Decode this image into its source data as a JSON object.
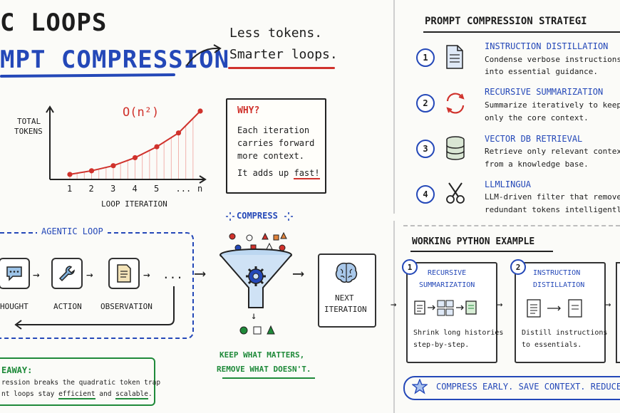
{
  "header": {
    "title_line1": "C LOOPS",
    "title_line2": "MPT COMPRESSION",
    "tagline_1": "Less tokens.",
    "tagline_2": "Smarter loops."
  },
  "chart": {
    "ylabel_line1": "TOTAL",
    "ylabel_line2": "TOKENS",
    "xlabel": "LOOP ITERATION",
    "complexity_label": "O(n²)",
    "colors": {
      "curve": "#d0322c",
      "axis": "#222222"
    }
  },
  "chart_data": {
    "type": "line",
    "x": [
      "1",
      "2",
      "3",
      "4",
      "5",
      "...",
      "n"
    ],
    "values": [
      0.3,
      0.8,
      1.5,
      2.6,
      4.1,
      6.0,
      9.0
    ],
    "title": "O(n²)",
    "xlabel": "LOOP ITERATION",
    "ylabel": "TOTAL TOKENS",
    "grid": false
  },
  "why": {
    "heading": "WHY?",
    "line1": "Each iteration",
    "line2": "carries forward",
    "line3": "more context.",
    "line4_prefix": "It adds up ",
    "line4_emph": "fast!"
  },
  "loop": {
    "title": "AGENTIC LOOP",
    "steps": [
      {
        "label": "HOUGHT",
        "icon": "speech-bubble-icon"
      },
      {
        "label": "ACTION",
        "icon": "wrench-icon"
      },
      {
        "label": "OBSERVATION",
        "icon": "document-icon"
      }
    ],
    "ellipsis": "..."
  },
  "compress": {
    "label": "COMPRESS",
    "next_line1": "NEXT",
    "next_line2": "ITERATION",
    "keep_line1": "KEEP WHAT MATTERS,",
    "keep_line2": "REMOVE WHAT DOESN'T."
  },
  "takeaway": {
    "heading": "EAWAY:",
    "line1": "ression breaks the quadratic token trap",
    "line2_prefix": "nt loops stay ",
    "line2_emph1": "efficient",
    "line2_mid": " and ",
    "line2_emph2": "scalable",
    "line2_end": "."
  },
  "strategies": {
    "heading": "PROMPT COMPRESSION STRATEGI",
    "items": [
      {
        "num": "1",
        "title": "INSTRUCTION DISTILLATION",
        "line1": "Condense verbose instructions",
        "line2": "into essential guidance.",
        "icon": "document-icon"
      },
      {
        "num": "2",
        "title": "RECURSIVE SUMMARIZATION",
        "line1": "Summarize iteratively to keep",
        "line2": "only the core context.",
        "icon": "refresh-cycle-icon"
      },
      {
        "num": "3",
        "title": "VECTOR DB RETRIEVAL",
        "line1": "Retrieve only relevant context",
        "line2": "from a knowledge base.",
        "icon": "database-icon"
      },
      {
        "num": "4",
        "title": "LLMLINGUA",
        "line1": "LLM-driven filter that remove",
        "line2": "redundant tokens intelligently.",
        "icon": "scissors-icon"
      }
    ]
  },
  "python": {
    "heading": "WORKING PYTHON EXAMPLE",
    "cards": [
      {
        "num": "1",
        "title_line1": "RECURSIVE",
        "title_line2": "SUMMARIZATION",
        "desc_line1": "Shrink long histories",
        "desc_line2": "step-by-step."
      },
      {
        "num": "2",
        "title_line1": "INSTRUCTION",
        "title_line2": "DISTILLATION",
        "desc_line1": "Distill instructions",
        "desc_line2": "to essentials."
      }
    ]
  },
  "slogan": "COMPRESS EARLY. SAVE CONTEXT. REDUCE"
}
